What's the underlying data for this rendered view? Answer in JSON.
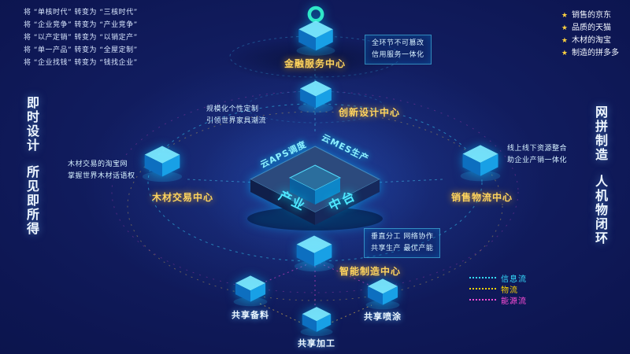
{
  "transform_list": {
    "items": [
      "将 “单核时代” 转变为 “三核时代”",
      "将 “企业竞争” 转变为 “产业竞争”",
      "将 “以产定销” 转变为 “以销定产”",
      "将 “单一产品” 转变为 “全屋定制”",
      "将 “企业找钱” 转变为 “钱找企业”"
    ]
  },
  "left_slogan": {
    "line1": "即时设计",
    "line2": "所见即所得"
  },
  "right_slogan": {
    "line1": "网拼制造",
    "line2": "人机物闭环"
  },
  "platform_features": {
    "bullet": "★",
    "items": [
      "销售的京东",
      "品质的天猫",
      "木材的淘宝",
      "制造的拼多多"
    ]
  },
  "platform": {
    "aps": "云APS调度",
    "mes": "云MES生产",
    "industry": "产业",
    "midplatform": "中台"
  },
  "centers": {
    "finance": {
      "label": "金融服务中心",
      "note_line1": "全环节不可篡改",
      "note_line2": "信用服务一体化"
    },
    "innovation": {
      "label": "创新设计中心",
      "note_line1": "规模化个性定制",
      "note_line2": "引领世界家具潮流"
    },
    "timber": {
      "label": "木材交易中心",
      "note_line1": "木材交易的淘宝网",
      "note_line2": "掌握世界木材话语权"
    },
    "sales_logistics": {
      "label": "销售物流中心",
      "note_line1": "线上线下资源整合",
      "note_line2": "助企业产销一体化"
    },
    "smart_manufacturing": {
      "label": "智能制造中心",
      "note_line1": "垂直分工 网络协作",
      "note_line2": "共享生产 最优产能"
    },
    "shared_material": {
      "label": "共享备料"
    },
    "shared_processing": {
      "label": "共享加工"
    },
    "shared_painting": {
      "label": "共享喷涂"
    }
  },
  "legend": {
    "items": [
      {
        "label": "信息流",
        "color": "#35dcff"
      },
      {
        "label": "物流",
        "color": "#ffd400"
      },
      {
        "label": "能源流",
        "color": "#ff4dd8"
      }
    ]
  },
  "colors": {
    "background": "#0d1652",
    "accent_cyan": "#35dcff",
    "accent_gold": "#ffd45e",
    "accent_magenta": "#ff4dd8"
  }
}
